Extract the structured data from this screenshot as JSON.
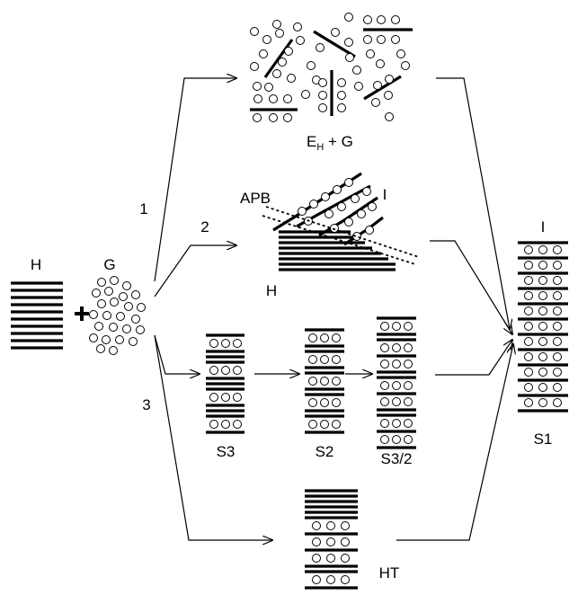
{
  "labels": {
    "host": "H",
    "guest": "G",
    "plus": "+",
    "path_1": "1",
    "path_2": "2",
    "path_3": "3",
    "exfoliated_main": "E",
    "exfoliated_sub": "H",
    "exfoliated_rest": " + G",
    "apb": "APB",
    "intercalate": "I",
    "host_residual": "H",
    "stage_3": "S3",
    "stage_2": "S2",
    "stage_3_2": "S3/2",
    "stage_1_top": "I",
    "stage_1": "S1",
    "ht": "HT"
  }
}
